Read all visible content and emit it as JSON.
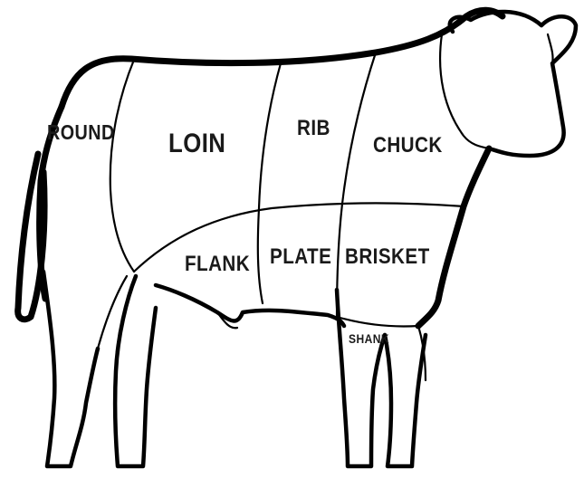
{
  "cuts": {
    "round": "ROUND",
    "loin": "LOIN",
    "rib": "RIB",
    "chuck": "CHUCK",
    "flank": "FLANK",
    "plate": "PLATE",
    "brisket": "BRISKET",
    "shank": "SHANK"
  },
  "colors": {
    "outline": "#000000",
    "background": "#ffffff"
  }
}
